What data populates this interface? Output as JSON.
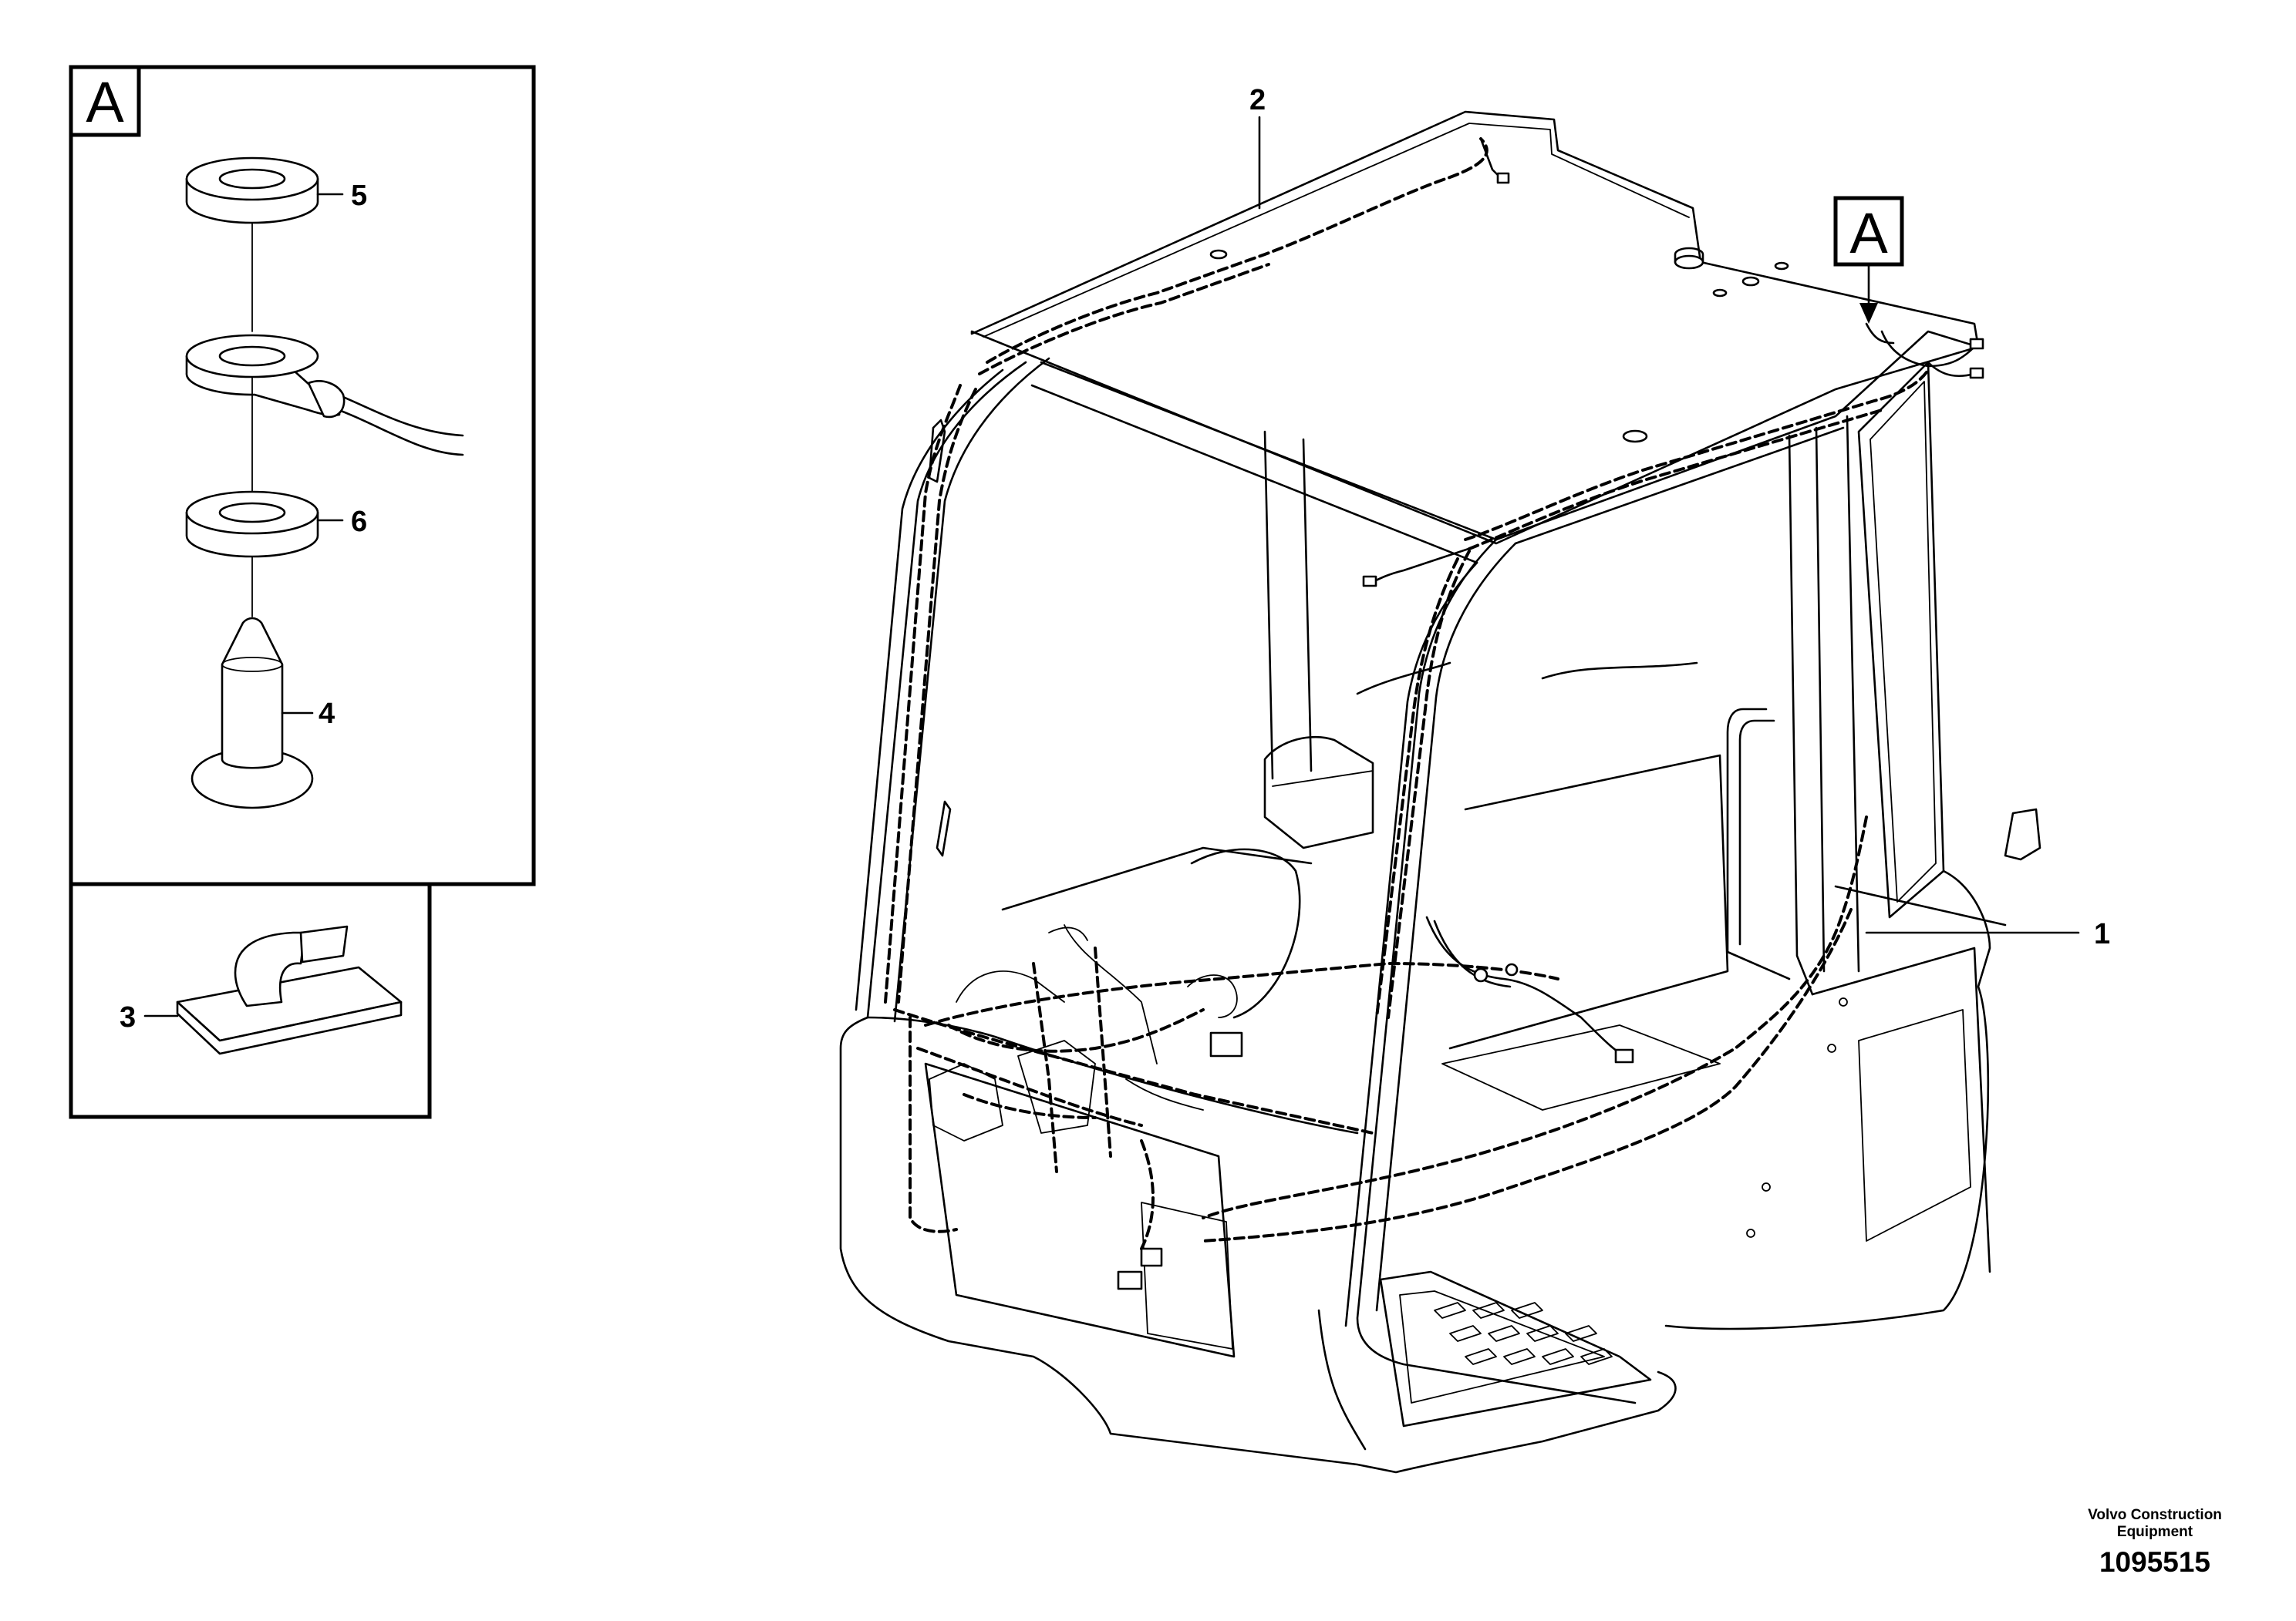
{
  "detail_box": {
    "label": "A"
  },
  "view_marker": {
    "label": "A"
  },
  "callouts": [
    {
      "id": "1",
      "text": "1"
    },
    {
      "id": "2",
      "text": "2"
    },
    {
      "id": "3",
      "text": "3"
    },
    {
      "id": "4",
      "text": "4"
    },
    {
      "id": "5",
      "text": "5"
    },
    {
      "id": "6",
      "text": "6"
    }
  ],
  "footer": {
    "manufacturer": "Volvo Construction\nEquipment",
    "document_number": "1095515"
  }
}
